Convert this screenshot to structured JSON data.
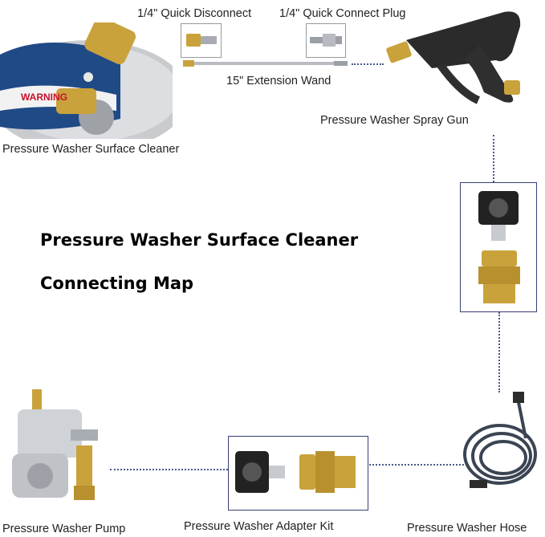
{
  "title": {
    "line1": "Pressure Washer Surface Cleaner",
    "line2": "Connecting Map"
  },
  "components": {
    "surface_cleaner": "Pressure Washer Surface Cleaner",
    "quick_disconnect": "1/4\" Quick Disconnect",
    "quick_connect_plug": "1/4\" Quick Connect Plug",
    "extension_wand": "15\" Extension Wand",
    "spray_gun": "Pressure Washer Spray Gun",
    "pump": "Pressure Washer Pump",
    "adapter_kit": "Pressure Washer Adapter Kit",
    "hose": "Pressure Washer Hose"
  },
  "surface_cleaner_sticker": "WARNING",
  "colors": {
    "frame": "#3a3f78",
    "connector": "#4a5a8a",
    "brass": "#c9a23c",
    "sticker_blue": "#1f4a86"
  }
}
